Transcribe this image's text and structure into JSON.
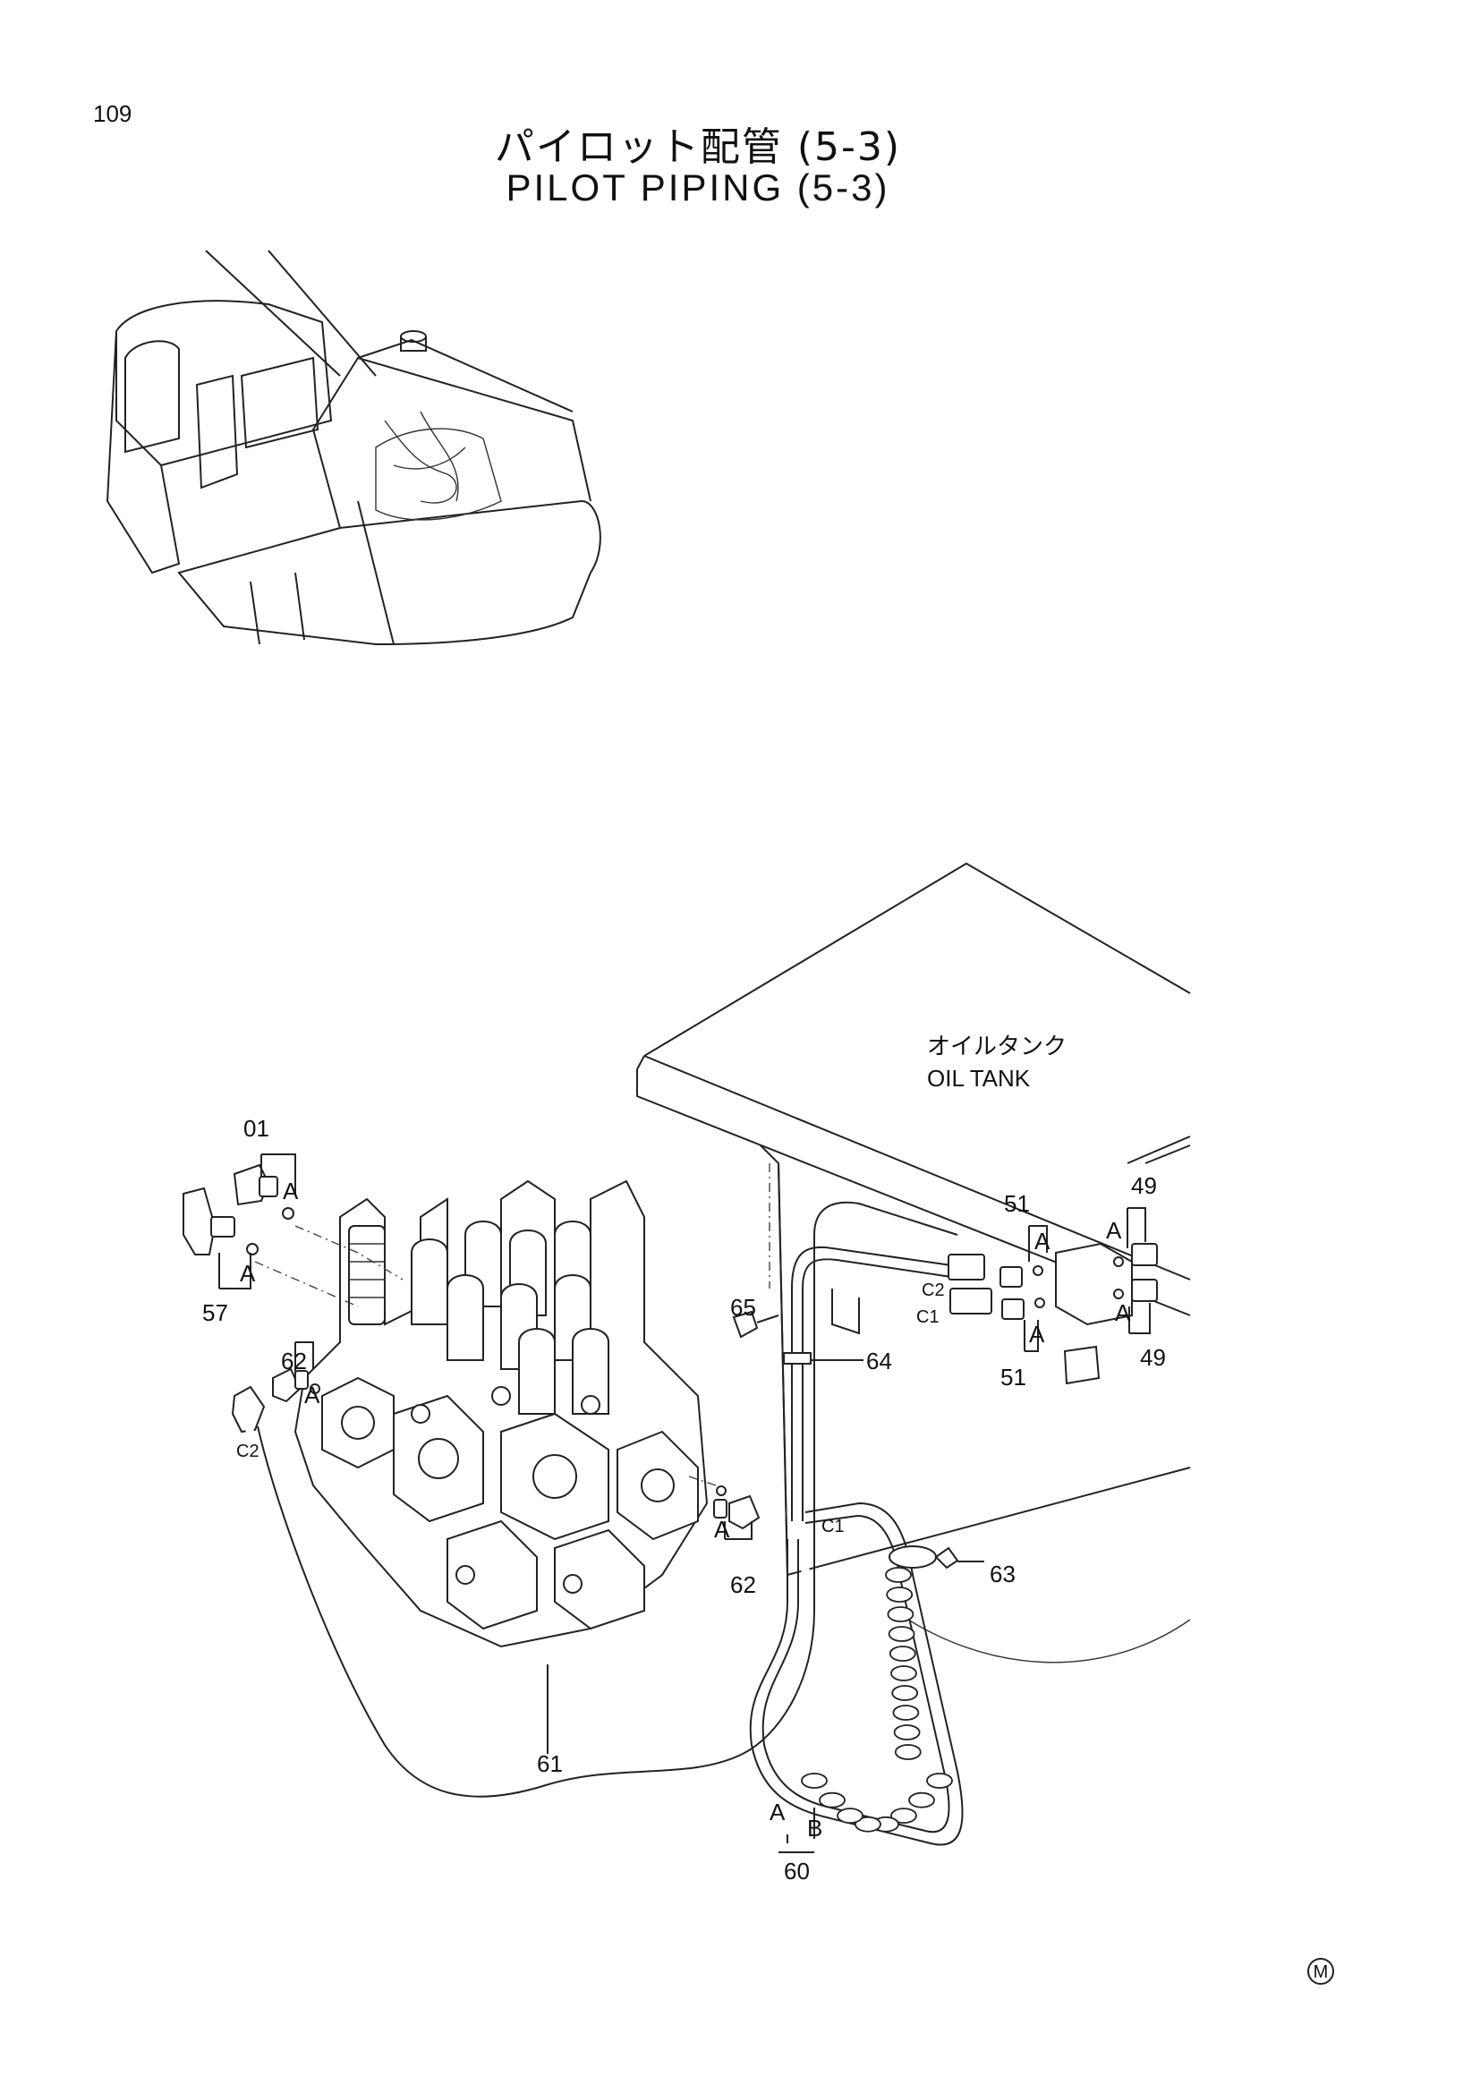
{
  "page_number": "109",
  "title_jp": "パイロット配管 (5-3)",
  "title_en": "PILOT PIPING (5-3)",
  "oil_tank": {
    "jp": "オイルタンク",
    "en": "OIL TANK"
  },
  "callouts": {
    "p01": "01",
    "p57": "57",
    "p62a": "62",
    "p62b": "62",
    "p65": "65",
    "p64": "64",
    "p63": "63",
    "p61": "61",
    "p60": "60",
    "p51a": "51",
    "p51b": "51",
    "p49a": "49",
    "p49b": "49"
  },
  "letters": {
    "a1": "A",
    "a2": "A",
    "a3": "A",
    "a4": "A",
    "a5": "A",
    "a6": "A",
    "a7": "A",
    "a8": "A",
    "a9": "A",
    "b1": "B"
  },
  "ports": {
    "c2a": "C2",
    "c2b": "C2",
    "c1a": "C1",
    "c1b": "C1"
  },
  "mark": "M"
}
